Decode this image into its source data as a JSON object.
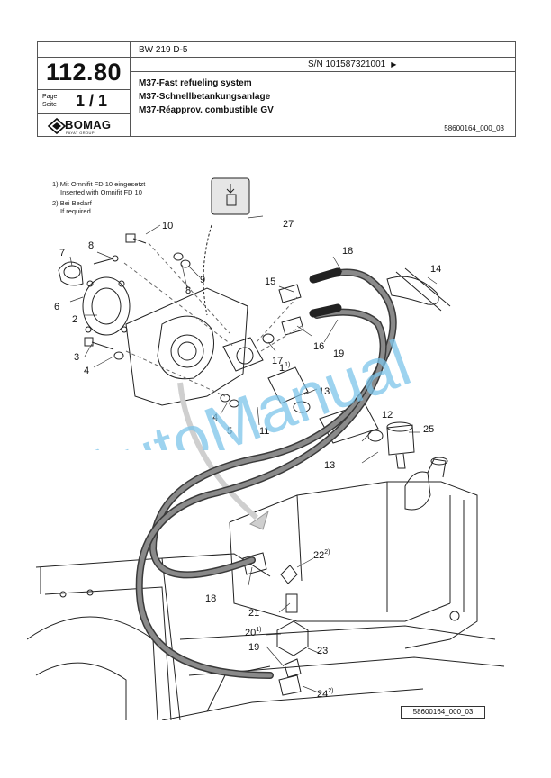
{
  "header": {
    "model": "BW 219 D-5",
    "serial": "S/N 101587321001",
    "serial_arrow": "▶",
    "group_number": "112.80",
    "page_label_de": "Page",
    "page_label_fr": "Seite",
    "page_value": "1 / 1",
    "title_en": "M37-Fast refueling system",
    "title_de": "M37-Schnellbetankungsanlage",
    "title_fr": "M37-Réapprov. combustible GV",
    "doc_number": "58600164_000_03",
    "brand": "BOMAG",
    "brand_sub": "FAYAT GROUP"
  },
  "notes": {
    "note1_de": "1) Mit Omnifit FD 10 eingesetzt",
    "note1_en": "Inserted with Omnifit FD 10",
    "note2_de": "2) Bei Bedarf",
    "note2_en": "If required"
  },
  "diagram": {
    "labels": [
      "1",
      "2",
      "3",
      "4",
      "4",
      "5",
      "6",
      "7",
      "8",
      "8",
      "9",
      "10",
      "11",
      "12",
      "13",
      "13",
      "14",
      "15",
      "16",
      "17",
      "18",
      "18",
      "19",
      "19",
      "20",
      "21",
      "22",
      "23",
      "24",
      "25",
      "27"
    ],
    "ref_code": "58600164_000_03",
    "watermark": "AutoManual"
  },
  "colors": {
    "line": "#222222",
    "hose": "#3a3a3a",
    "watermark": "#7cc4ea"
  }
}
